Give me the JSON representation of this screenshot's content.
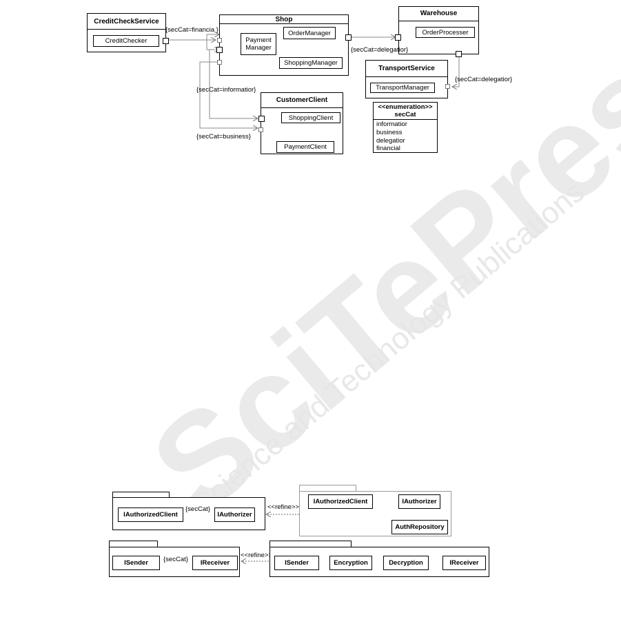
{
  "watermark": {
    "main": "SciTePress",
    "sub": "Science and Technology Publications"
  },
  "diagram_top": {
    "components": {
      "credit": {
        "title": "CreditCheckService",
        "part": "CreditChecker"
      },
      "shop": {
        "title": "Shop",
        "parts": {
          "payment": "Payment Manager",
          "order": "OrderManager",
          "shopping": "ShoppingManager"
        }
      },
      "warehouse": {
        "title": "Warehouse",
        "part": "OrderProcesser"
      },
      "transport": {
        "title": "TransportService",
        "part": "TransportManager"
      },
      "client": {
        "title": "CustomerClient",
        "parts": {
          "shopping": "ShoppingClient",
          "payment": "PaymentClient"
        }
      }
    },
    "labels": {
      "financial": "{secCat=financia }",
      "delegation1": "{secCat=delegatior}",
      "delegation2": "{secCat=delegatior}",
      "information": "{secCat=informatior}",
      "business": "{secCat=business}"
    },
    "enumeration": {
      "stereotype": "<<enumeration>>",
      "name": "secCat",
      "literals": [
        "informatior",
        "business",
        "delegatior",
        "financial"
      ]
    }
  },
  "diagram_bottom": {
    "row1": {
      "left": {
        "client": "AuthorizedClient",
        "server": "Authorizer",
        "constraint": "{secCat}"
      },
      "refine": "<<refine>>",
      "right": {
        "client": "AuthorizedClient",
        "server": "Authorizer",
        "repo": "AuthRepository"
      }
    },
    "row2": {
      "left": {
        "sender": "Sender",
        "receiver": "Receiver",
        "constraint": "{secCat}"
      },
      "refine": "<<refine>>",
      "right": {
        "sender": "Sender",
        "encryption": "Encryption",
        "decryption": "Decryption",
        "receiver": "Receiver"
      }
    }
  }
}
